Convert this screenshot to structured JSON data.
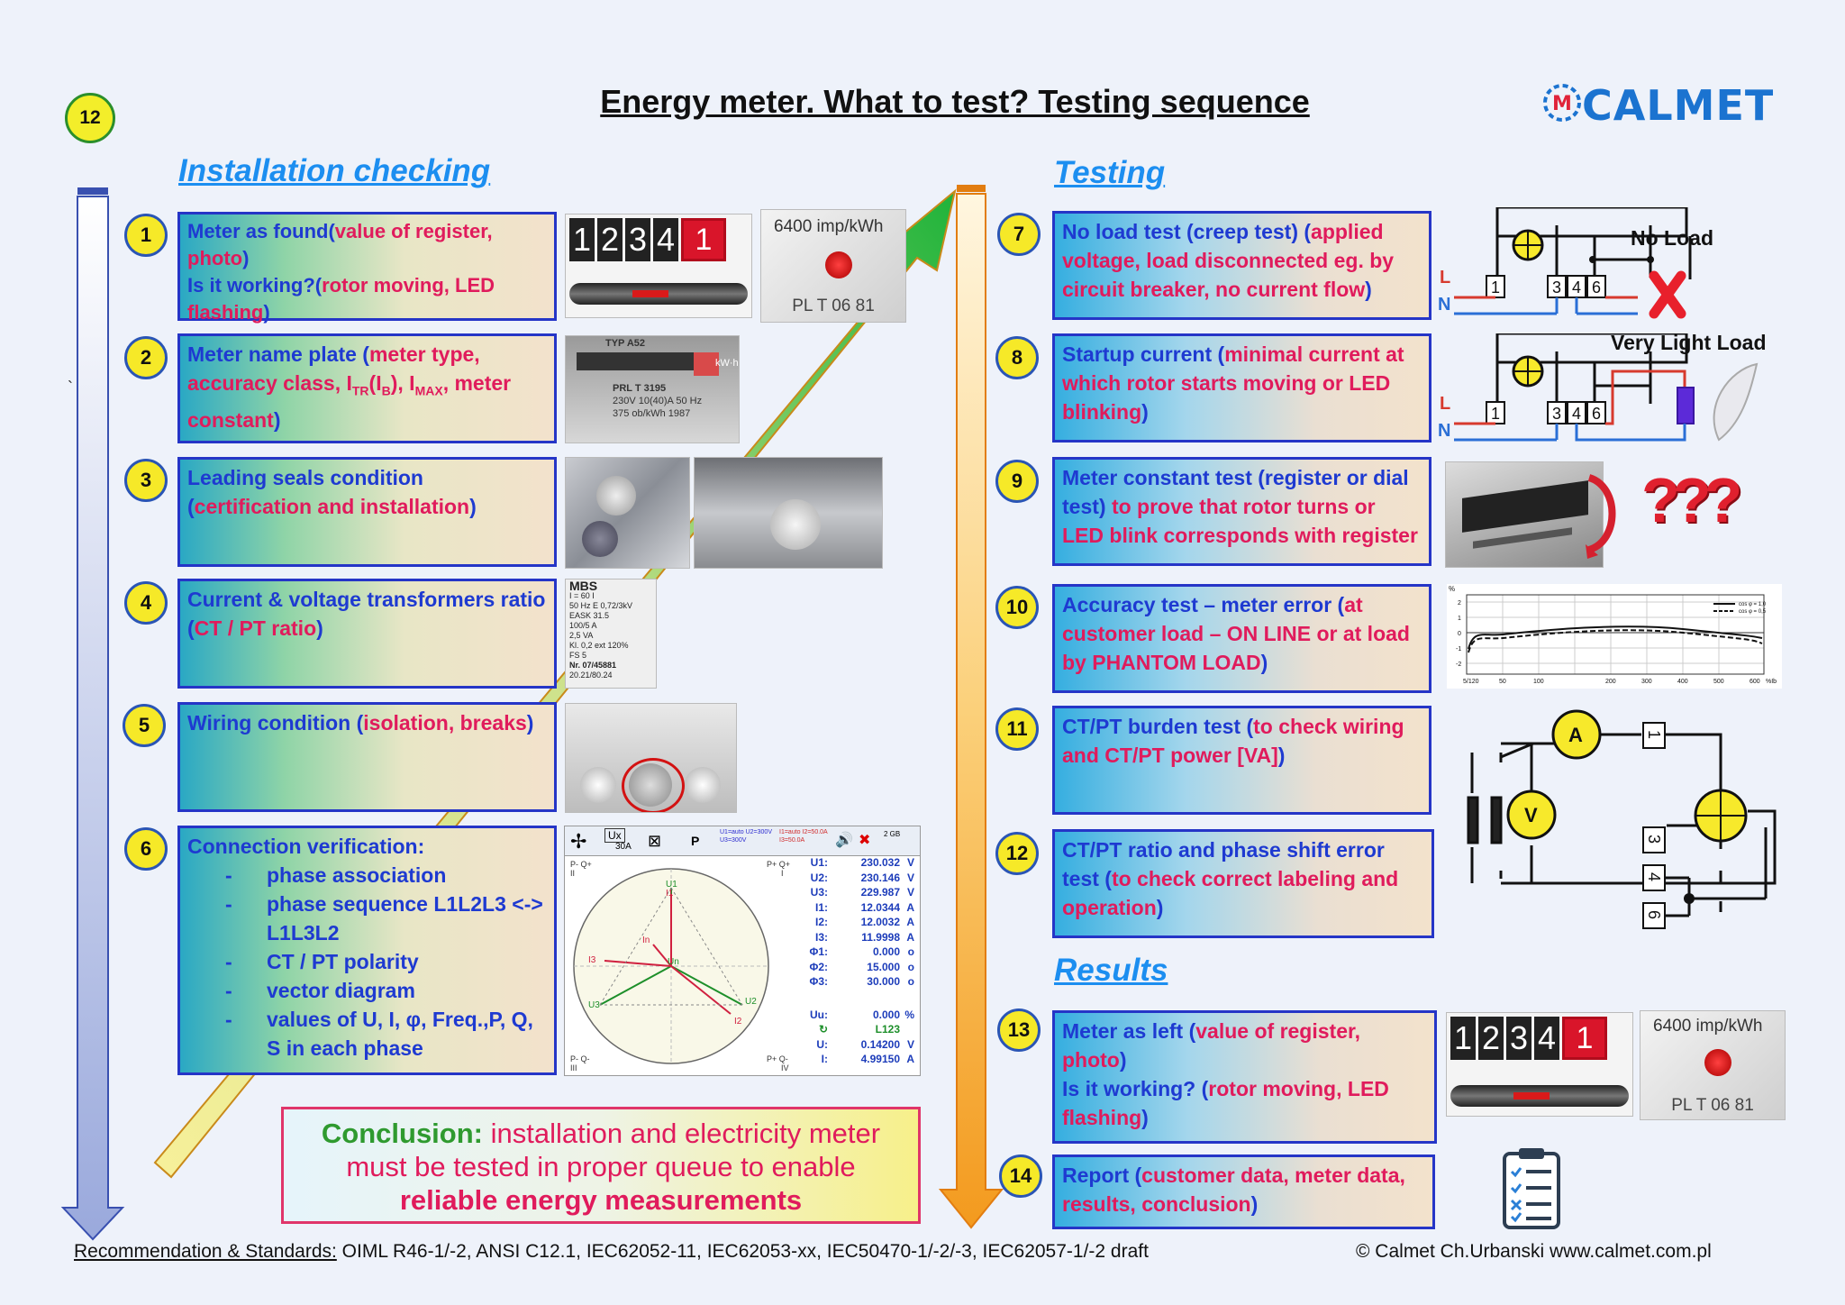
{
  "title": "Energy meter. What to test? Testing sequence",
  "page_number": "12",
  "logo_text": "CALMET",
  "sections": {
    "installation": "Installation checking",
    "testing": "Testing",
    "results": "Results"
  },
  "steps": [
    {
      "num": "1",
      "a": "Meter as found(",
      "b": "value of register, photo",
      "c": ")",
      "d": "Is it working?(",
      "e": "rotor moving, LED flashing",
      "f": ")"
    },
    {
      "num": "2",
      "a": "Meter name plate (",
      "b": "meter type, accuracy class, I",
      "sub1": "TR",
      "b2": "(I",
      "sub2": "B",
      "b3": "), I",
      "sub3": "MAX",
      "b4": ", meter constant",
      "c": ")"
    },
    {
      "num": "3",
      "a": "Leading seals condition",
      "b": "(",
      "c": "certification and installation",
      "d": ")"
    },
    {
      "num": "4",
      "a": "Current & voltage transformers ratio (",
      "b": "CT / PT ratio",
      "c": ")"
    },
    {
      "num": "5",
      "a": "Wiring condition (",
      "b": "isolation, breaks",
      "c": ")"
    },
    {
      "num": "6",
      "a": "Connection verification:",
      "items": [
        "phase association",
        "phase sequence L1L2L3 <-> L1L3L2",
        "CT / PT polarity",
        "vector diagram",
        "values of U, I, φ, Freq.,P, Q, S in each phase"
      ]
    },
    {
      "num": "7",
      "a": "No load test (creep test) (",
      "b": "applied voltage, load disconnected eg. by circuit breaker, no current flow",
      "c": ")"
    },
    {
      "num": "8",
      "a": "Startup current (",
      "b": "minimal current at which rotor starts moving or LED blinking",
      "c": ")"
    },
    {
      "num": "9",
      "a": "Meter constant test (register or dial test) ",
      "b": "to prove that rotor turns or LED blink corresponds with register"
    },
    {
      "num": "10",
      "a": "Accuracy test – meter error (",
      "b": "at customer load – ON LINE or at load by PHANTOM LOAD",
      "c": ")"
    },
    {
      "num": "11",
      "a": "CT/PT burden test (",
      "b": "to check wiring and CT/PT power [VA]",
      "c": ")"
    },
    {
      "num": "12",
      "a": "CT/PT ratio and phase shift error test (",
      "b": "to check correct labeling and operation",
      "c": ")"
    },
    {
      "num": "13",
      "a": "Meter as left (",
      "b": "value of register, photo",
      "c": ")",
      "d": "Is it working? (",
      "e": "rotor moving, LED flashing",
      "f": ")"
    },
    {
      "num": "14",
      "a": "Report (",
      "b": "customer data, meter data, results, conclusion",
      "c": ")"
    }
  ],
  "register_digits": [
    "1",
    "2",
    "3",
    "4",
    "1"
  ],
  "led_label": "6400 imp/kWh",
  "led_id": "PL T 06 81",
  "nameplate": {
    "typ": "TYP A52",
    "model": "PRL T 3195",
    "line2": "230V   10(40)A   50 Hz",
    "line3": "375 ob/kWh      1987",
    "unit": "kW·h"
  },
  "mbs_plate": {
    "brand": "MBS",
    "l1": "I = 60 I",
    "l2": "50 Hz E 0,72/3kV",
    "l3": "EASK 31.5",
    "l4": "100/5 A",
    "l5": "2,5 VA",
    "l6": "Kl. 0,2  ext 120%",
    "l7": "FS 5",
    "l8": "Nr.  07/45881",
    "l9": "20.21/80.24"
  },
  "diagram_labels": {
    "no_load": "No Load",
    "very_light_load": "Very Light Load",
    "L": "L",
    "N": "N",
    "t1": "1",
    "t3": "3",
    "t4": "4",
    "t6": "6",
    "ammeter": "A",
    "voltmeter": "V"
  },
  "analyzer": {
    "rows": [
      {
        "k": "U1:",
        "v": "230.032",
        "u": "V"
      },
      {
        "k": "U2:",
        "v": "230.146",
        "u": "V"
      },
      {
        "k": "U3:",
        "v": "229.987",
        "u": "V"
      },
      {
        "k": "I1:",
        "v": "12.0344",
        "u": "A"
      },
      {
        "k": "I2:",
        "v": "12.0032",
        "u": "A"
      },
      {
        "k": "I3:",
        "v": "11.9998",
        "u": "A"
      },
      {
        "k": "Φ1:",
        "v": "0.000",
        "u": "o"
      },
      {
        "k": "Φ2:",
        "v": "15.000",
        "u": "o"
      },
      {
        "k": "Φ3:",
        "v": "30.000",
        "u": "o"
      }
    ],
    "rows2": [
      {
        "k": "Uu:",
        "v": "0.000",
        "u": "%"
      },
      {
        "k": "",
        "v": "L123",
        "u": ""
      },
      {
        "k": "U:",
        "v": "0.14200",
        "u": "V"
      },
      {
        "k": "I:",
        "v": "4.99150",
        "u": "A"
      }
    ],
    "quadrants": {
      "tl": "P- Q+",
      "tr": "P+ Q+",
      "bl": "P- Q-",
      "br": "P+ Q-",
      "ql1": "II",
      "qr1": "I",
      "ql2": "III",
      "qr2": "IV"
    },
    "vectors": {
      "u1": "U1",
      "i1": "I1",
      "u2": "U2",
      "i2": "I2",
      "u3": "U3",
      "i3": "I3",
      "in": "In",
      "un": "Un"
    },
    "toolbar": {
      "ux": "Ux",
      "a30": "30A",
      "p": "P",
      "settings1": "U1=auto U2=300V U3=300V",
      "settings2": "I1=auto I2=50.0A I3=50.0A",
      "mem": "2 GB"
    }
  },
  "accuracy_chart": {
    "percent": "%",
    "cos1": "cos φ = 1,0",
    "cos05": "cos φ = 0,5",
    "xticks": [
      "5/120",
      "50",
      "100",
      "200",
      "300",
      "400",
      "500",
      "600"
    ],
    "yticks": [
      "2",
      "1",
      "0",
      "-1",
      "-2"
    ],
    "xunit": "%Ib"
  },
  "conclusion": {
    "lead": "Conclusion:",
    "text1": " installation and electricity meter",
    "text2": "must be tested in proper queue to enable",
    "text3": "reliable energy measurements"
  },
  "footer": {
    "label": "Recommendation & Standards:",
    "text": " OIML R46-1/-2, ANSI C12.1, IEC62052-11, IEC62053-xx, IEC50470-1/-2/-3, IEC62057-1/-2 draft",
    "copyright": "© Calmet Ch.Urbanski   www.calmet.com.pl"
  },
  "colors": {
    "box_border": "#2535c7",
    "text_blue": "#1e3ad1",
    "text_pink": "#e01b5c",
    "section": "#1c8ef0",
    "badge": "#f6e928",
    "arrow_orange": "#f39a1e",
    "arrow_green": "#1fb33a"
  }
}
